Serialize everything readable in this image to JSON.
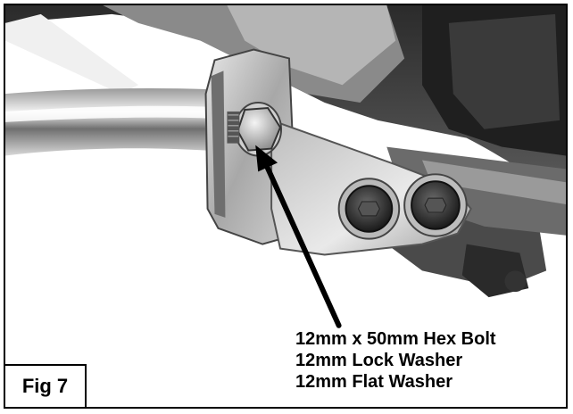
{
  "figure": {
    "label": "Fig 7",
    "callout_lines": [
      "12mm x 50mm Hex Bolt",
      "12mm Lock Washer",
      "12mm Flat Washer"
    ]
  }
}
